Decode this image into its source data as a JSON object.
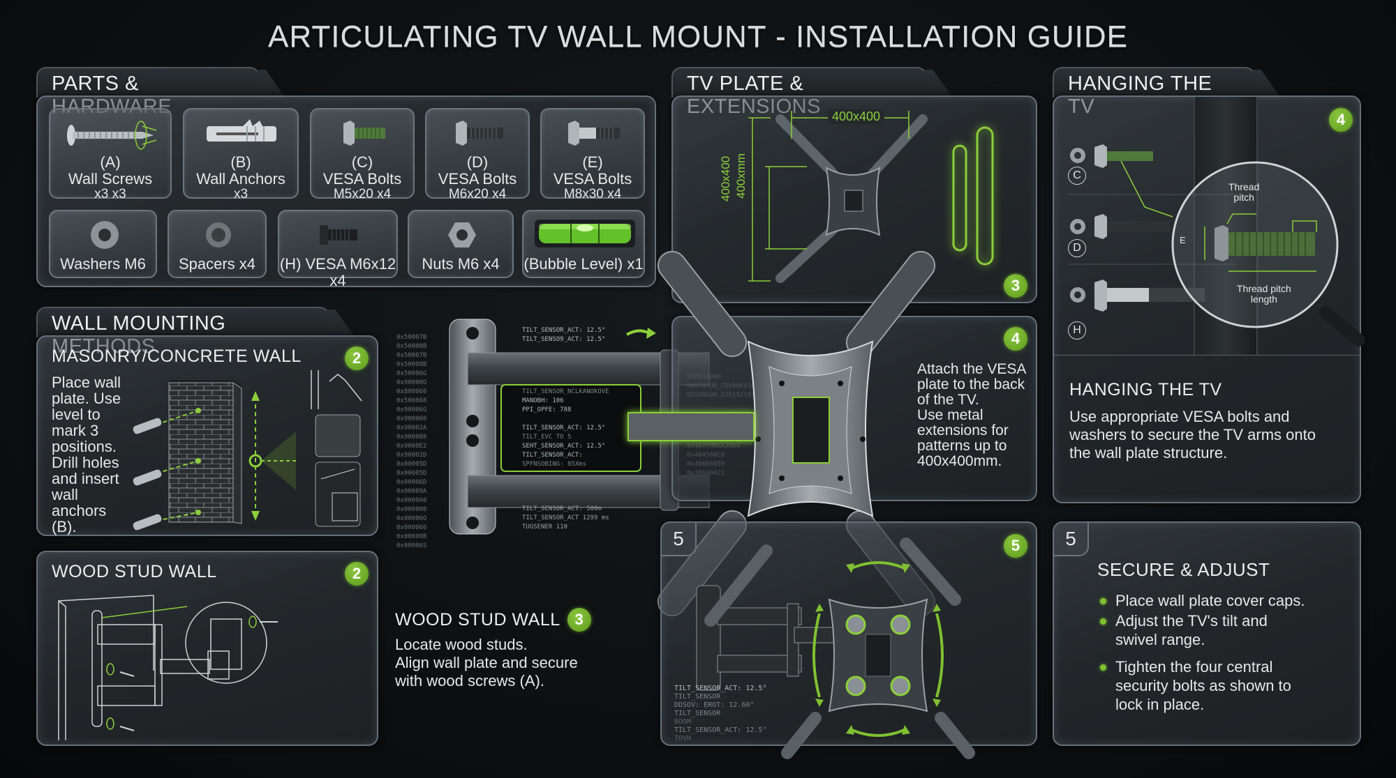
{
  "title": "ARTICULATING TV WALL MOUNT - INSTALLATION GUIDE",
  "colors": {
    "accent_green": "#7fc031",
    "badge_green": "#6aa51f",
    "background": "#0c0e10",
    "panel_border": "#65707a",
    "text": "#e6e8ea"
  },
  "parts": {
    "tab_label": "PARTS & HARDWARE",
    "row1": [
      {
        "code": "(A)",
        "name": "Wall Screws",
        "qty": "x3 x3",
        "icon": "wall-screw-icon"
      },
      {
        "code": "(B)",
        "name": "Wall Anchors",
        "qty": "x3",
        "icon": "wall-anchor-icon"
      },
      {
        "code": "(C)",
        "name": "VESA Bolts",
        "qty": "M5x20 x4",
        "icon": "vesa-bolt-icon"
      },
      {
        "code": "(D)",
        "name": "VESA Bolts",
        "qty": "M6x20 x4",
        "icon": "vesa-bolt-icon"
      },
      {
        "code": "(E)",
        "name": "VESA Bolts",
        "qty": "M8x30 x4",
        "icon": "vesa-bolt-icon"
      }
    ],
    "row2": [
      {
        "label": "Washers M6",
        "icon": "washer-icon"
      },
      {
        "label": "Spacers x4",
        "icon": "spacer-icon"
      },
      {
        "label": "(H) VESA M6x12 x4",
        "icon": "short-bolt-icon"
      },
      {
        "label": "Nuts M6 x4",
        "icon": "hex-nut-icon"
      },
      {
        "label": "(Bubble Level) x1",
        "icon": "bubble-level-icon"
      }
    ]
  },
  "wall_methods": {
    "tab_label": "WALL MOUNTING METHODS",
    "masonry": {
      "heading": "MASONRY/CONCRETE WALL",
      "step": "2",
      "text_lines": [
        "Place wall",
        "plate. Use",
        "level to",
        "mark 3",
        "positions.",
        "Drill holes",
        "and insert",
        "wall",
        "anchors",
        "(B)."
      ]
    },
    "wood": {
      "heading": "WOOD STUD WALL",
      "step": "2"
    }
  },
  "wood_stud_callout": {
    "heading": "WOOD STUD WALL",
    "step": "3",
    "lines": [
      "Locate wood studs.",
      "Align wall plate and secure",
      "with wood screws (A)."
    ]
  },
  "arm_overlay": {
    "hex_codes": [
      "0x50007B",
      "0x50008B",
      "0x50007B",
      "0x50008B",
      "0x50006G",
      "0x90000O",
      "0x800060",
      "0x500068",
      "0x90006G",
      "0x900060",
      "0x90002A",
      "0x900088",
      "0x9000E2",
      "0x90002D",
      "0x00005D",
      "0x00005D",
      "0x00006D",
      "0x00009A",
      "0x0000A0",
      "0x000000",
      "0x00006O",
      "0x000060",
      "0x00000B",
      "0x00006S"
    ],
    "sensor_top": [
      "TILT_SENSOR_ACT: 12.5°",
      "TILT_SENSO9_ACT: 12.5°"
    ],
    "sensor_mid": [
      "TILT_SENSOR_NCLKANOKOVE",
      "MANOBH: 106",
      "PPI_OPFE: 788",
      "",
      "TILT_SENSOR_ACT: 12.5°",
      "TILT_EVC TO 5",
      "SEHT_SENSOR_ACT: 12.5°",
      "TILT_SENSOR_ACT:",
      "SPFNSOBING: 85Xms"
    ],
    "sensor_bottom": [
      "TILT_SENSOR_ACT: 500m",
      "TILT_SENSOR_ACT 1299 ms",
      "TUGSENER 110"
    ]
  },
  "tv_plate": {
    "tab_label": "TV PLATE & EXTENSIONS",
    "dim_horizontal": "400x400",
    "dim_vertical_outer": "400x400",
    "dim_vertical_inner": "400xmm",
    "step": "3"
  },
  "attach_panel": {
    "step": "4",
    "text_lines": [
      "Attach the VESA",
      "plate to the back",
      "of the TV.",
      "Use metal",
      "extensions for",
      "patterns up to",
      "400x400mm."
    ],
    "hex_codes": [
      "0x8040000",
      "0GSENSOR_CDVA6K010",
      "0GSENSOR_020152101",
      "0x460YMNGXJOU4",
      "0x484560C8",
      "0x49666059",
      "0x18660421"
    ]
  },
  "hanging": {
    "tab_label": "HANGING THE TV",
    "step": "4",
    "bolt_labels": [
      "C",
      "D",
      "H"
    ],
    "magnifier": {
      "label_top": [
        "Thread",
        "pitch"
      ],
      "label_bottom": [
        "Thread pitch",
        "length"
      ],
      "side_mark": "E"
    },
    "heading": "HANGING THE TV",
    "text_lines": [
      "Use appropriate VESA bolts and",
      "washers to secure the TV arms onto",
      "the wall plate structure."
    ]
  },
  "adjust_panel": {
    "corner_step": "5",
    "step": "5",
    "sensor_lines": [
      "TILT_SENSOR_ACT: 12.5°",
      "TILT_SENSOR",
      "DDSOV: EROT: 12.60°",
      "TILT_SENSOR",
      "BOOM",
      "TILT_SENSOR_ACT: 12.5°",
      "TOVH"
    ]
  },
  "secure": {
    "corner_step": "5",
    "heading": "SECURE & ADJUST",
    "bullets": [
      [
        "Place wall plate cover caps."
      ],
      [
        "Adjust the TV's tilt and",
        "swivel range."
      ],
      [
        "Tighten the four central",
        "security bolts as shown to",
        "lock in place."
      ]
    ]
  }
}
